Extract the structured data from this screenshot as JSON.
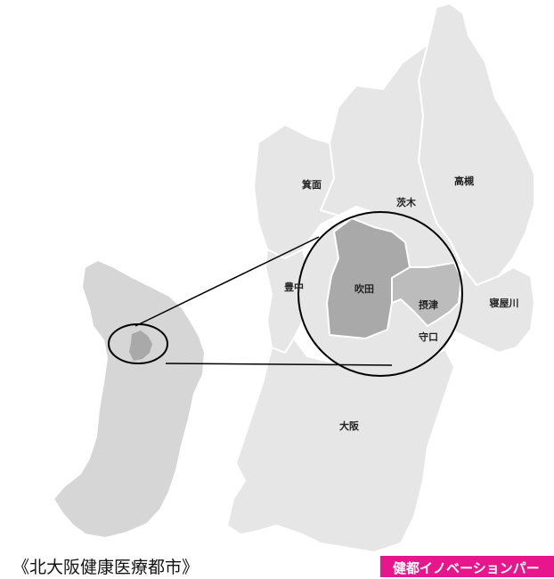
{
  "map": {
    "labels": {
      "minoh": "箕面",
      "ibaraki": "茨木",
      "takatsuki": "高槻",
      "toyonaka": "豊中",
      "suita": "吹田",
      "settsu": "摂津",
      "neyagawa": "寝屋川",
      "moriguchi": "守口",
      "osaka": "大阪"
    },
    "highlighted_regions": [
      "吹田",
      "摂津"
    ]
  },
  "caption": "《北大阪健康医療都市》",
  "banner": {
    "text": "健都イノベーションパー"
  },
  "colors": {
    "region_fill": "#e6e6e6",
    "prefecture_fill": "#d6d6d6",
    "suita_fill": "#a9a9a9",
    "settsu_fill": "#bcbcbc",
    "banner_bg": "#e8168c",
    "outline": "#000000"
  }
}
